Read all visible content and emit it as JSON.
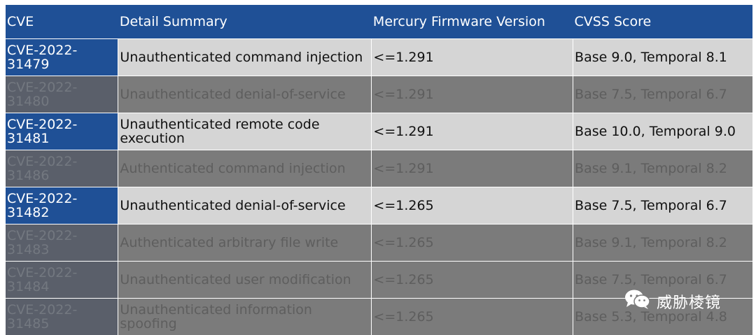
{
  "table": {
    "headers": [
      "CVE",
      "Detail Summary",
      "Mercury Firmware Version",
      "CVSS Score"
    ],
    "rows": [
      {
        "cve_line1": "CVE-2022-",
        "cve_line2": "31479",
        "summary": "Unauthenticated command injection",
        "version": "<=1.291",
        "score": "Base 9.0, Temporal 8.1",
        "highlighted": true
      },
      {
        "cve_line1": "CVE-2022-",
        "cve_line2": "31480",
        "summary": "Unauthenticated denial-of-service",
        "version": "<=1.291",
        "score": "Base 7.5, Temporal 6.7",
        "highlighted": false
      },
      {
        "cve_line1": "CVE-2022-",
        "cve_line2": "31481",
        "summary": "Unauthenticated remote code execution",
        "version": "<=1.291",
        "score": "Base 10.0, Temporal 9.0",
        "highlighted": true
      },
      {
        "cve_line1": "CVE-2022-",
        "cve_line2": "31486",
        "summary": "Authenticated command injection",
        "version": "<=1.291",
        "score": "Base 9.1, Temporal 8.2",
        "highlighted": false
      },
      {
        "cve_line1": "CVE-2022-",
        "cve_line2": "31482",
        "summary": "Unauthenticated denial-of-service",
        "version": "<=1.265",
        "score": "Base 7.5, Temporal 6.7",
        "highlighted": true
      },
      {
        "cve_line1": "CVE-2022-",
        "cve_line2": "31483",
        "summary": "Authenticated arbitrary file write",
        "version": "<=1.265",
        "score": "Base 9.1, Temporal 8.2",
        "highlighted": false
      },
      {
        "cve_line1": "CVE-2022-",
        "cve_line2": "31484",
        "summary": "Unauthenticated user modification",
        "version": "<=1.265",
        "score": "Base 7.5, Temporal 6.7",
        "highlighted": false
      },
      {
        "cve_line1": "CVE-2022-",
        "cve_line2": "31485",
        "summary": "Unauthenticated information spoofing",
        "version": "<=1.265",
        "score": "Base 5.3, Temporal 4.8",
        "highlighted": false
      }
    ]
  },
  "watermark": {
    "text": "威胁棱镜",
    "icon": "wechat-icon"
  },
  "colors": {
    "header": "#1f5096",
    "highlight_row": "#d5d5d5",
    "dim_row": "#7b7b7b"
  }
}
